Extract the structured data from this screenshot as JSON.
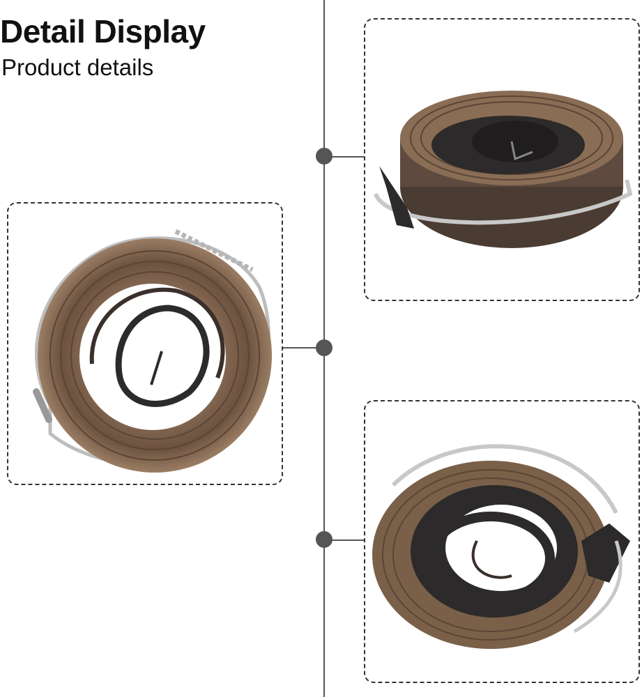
{
  "heading": {
    "title": "Detail Display",
    "subtitle": "Product details"
  },
  "colors": {
    "connector": "#555555",
    "frame_border": "#333333",
    "spring_bronze": "#7a6049",
    "spring_dark": "#2c2a2a",
    "wire_silver": "#c8c8c8"
  },
  "panels": [
    {
      "name": "front-view",
      "image": "recoil-spring-front-view-photo"
    },
    {
      "name": "top-angled-view",
      "image": "recoil-spring-top-angle-photo"
    },
    {
      "name": "side-angled-view",
      "image": "recoil-spring-side-angle-photo"
    }
  ]
}
